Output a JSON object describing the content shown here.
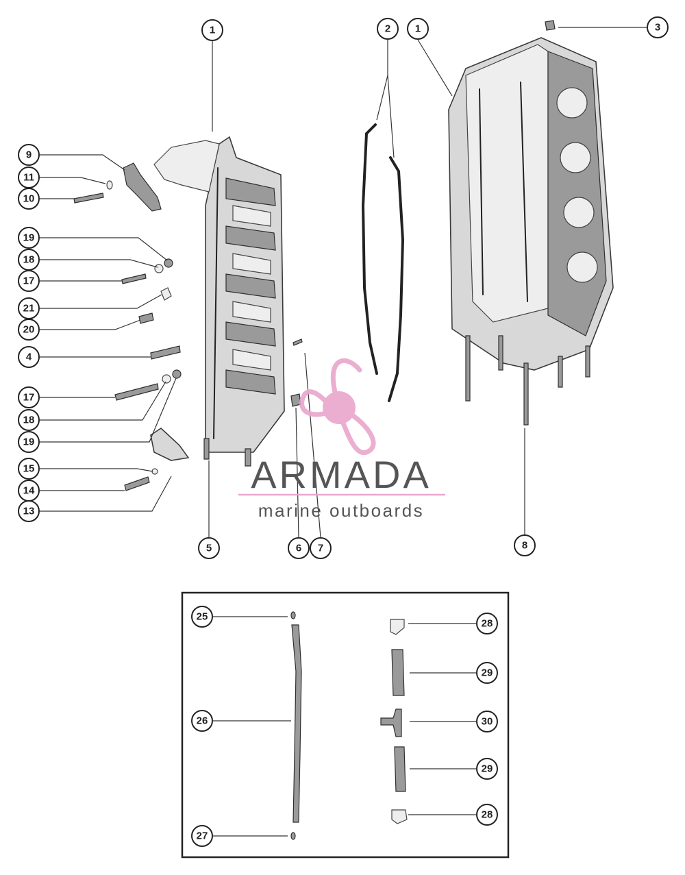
{
  "watermark": {
    "brand": "ARMADA",
    "tagline": "marine outboards",
    "accent_color": "#e9a6cd",
    "text_color": "#555555"
  },
  "callouts": {
    "c1a": "1",
    "c2": "2",
    "c1b": "1",
    "c3": "3",
    "c9": "9",
    "c11": "11",
    "c10": "10",
    "c19a": "19",
    "c18a": "18",
    "c17a": "17",
    "c21": "21",
    "c20": "20",
    "c4": "4",
    "c17b": "17",
    "c18b": "18",
    "c19b": "19",
    "c15": "15",
    "c14": "14",
    "c13": "13",
    "c5": "5",
    "c6": "6",
    "c7": "7",
    "c8": "8",
    "c25": "25",
    "c26": "26",
    "c27": "27",
    "c28a": "28",
    "c29a": "29",
    "c30": "30",
    "c29b": "29",
    "c28b": "28"
  }
}
